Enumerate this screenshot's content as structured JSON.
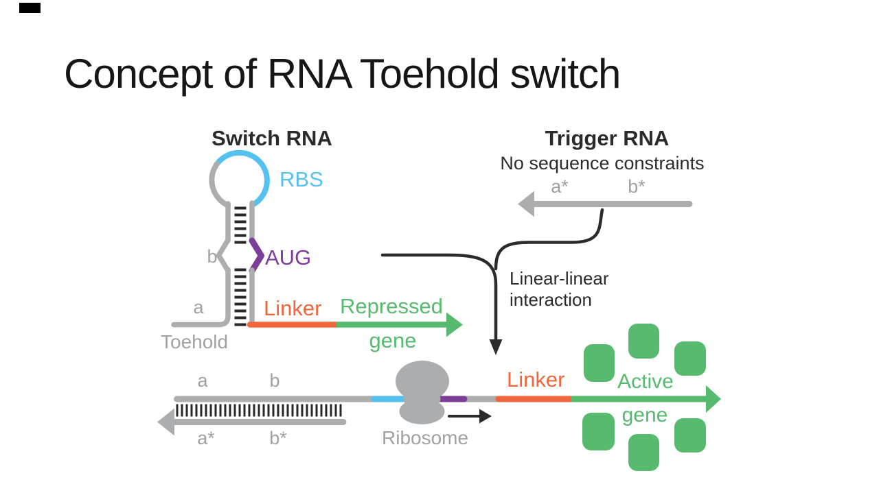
{
  "slide": {
    "title": "Concept of RNA Toehold switch"
  },
  "diagram": {
    "switch": {
      "heading": "Switch RNA",
      "rbs_label": "RBS",
      "aug_label": "AUG",
      "domain_b": "b",
      "domain_a": "a",
      "toehold_label": "Toehold",
      "linker_label": "Linker",
      "repressed_line1": "Repressed",
      "repressed_line2": "gene"
    },
    "trigger": {
      "heading": "Trigger RNA",
      "subheading": "No sequence constraints",
      "domain_a_star": "a*",
      "domain_b_star": "b*"
    },
    "interaction": {
      "line1": "Linear-linear",
      "line2": "interaction"
    },
    "bottom": {
      "domain_a": "a",
      "domain_b": "b",
      "domain_a_star": "a*",
      "domain_b_star": "b*",
      "ribosome_label": "Ribosome",
      "linker_label": "Linker",
      "active_line1": "Active",
      "active_line2": "gene"
    }
  },
  "colors": {
    "background": "#ffffff",
    "title_text": "#161616",
    "dark_text": "#2d2a2b",
    "strand_gray": "#abadaf",
    "gray_label": "#9fa1a4",
    "rbs_cyan": "#54c2f0",
    "aug_purple": "#7c3e98",
    "linker_orange": "#f2663d",
    "gene_green": "#57ba6e",
    "basepair_black": "#2a2627",
    "corner_mark": "#000000"
  }
}
